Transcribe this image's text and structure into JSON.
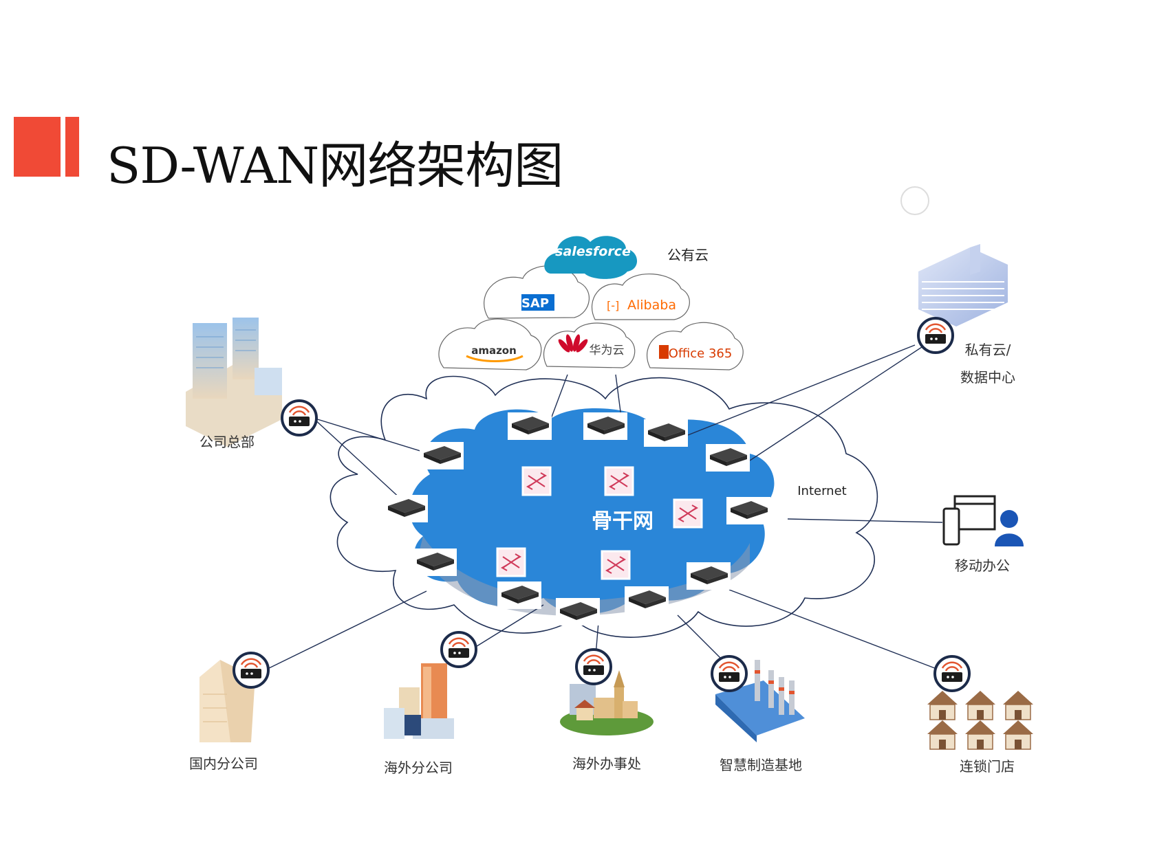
{
  "slide": {
    "title": "SD-WAN网络架构图",
    "accent_color": "#f04a36"
  },
  "cloud": {
    "backbone_label": "骨干网",
    "internet_label": "Internet",
    "public_cloud_label": "公有云"
  },
  "cloud_services": [
    {
      "name": "salesforce-logo",
      "text": "salesforce",
      "color": "#1798c1"
    },
    {
      "name": "sap-logo",
      "text": "SAP",
      "color": "#0a6ed1"
    },
    {
      "name": "alibaba-logo",
      "text": "Alibaba",
      "color": "#ff6a00"
    },
    {
      "name": "aws-logo",
      "text": "amazon",
      "color": "#ff9900"
    },
    {
      "name": "huawei-logo",
      "text": "华为云",
      "color": "#cf0a2c"
    },
    {
      "name": "office365-logo",
      "text": "Office 365",
      "color": "#d83b01"
    }
  ],
  "sites": {
    "headquarters": "公司总部",
    "private_cloud_line1": "私有云/",
    "private_cloud_line2": "数据中心",
    "mobile_office": "移动办公",
    "domestic_branch": "国内分公司",
    "overseas_branch": "海外分公司",
    "overseas_office": "海外办事处",
    "smart_manufacturing": "智慧制造基地",
    "chain_stores": "连锁门店"
  },
  "colors": {
    "backbone_blue": "#2a86d8",
    "router_dark": "#3a3a3a",
    "cpe_ring": "#1c2b4a",
    "cpe_signal": "#e2552f"
  }
}
